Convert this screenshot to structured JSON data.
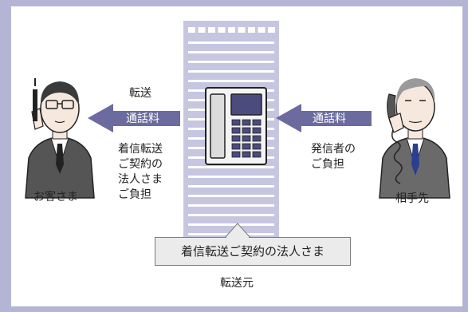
{
  "labels": {
    "transfer": "転送",
    "call_fee_left": "通話料",
    "call_fee_right": "通話料",
    "contract_payer": [
      "着信転送",
      "ご契約の",
      "法人さま",
      "ご負担"
    ],
    "caller_payer": [
      "発信者の",
      "ご負担"
    ],
    "customer": "お客さま",
    "other_party": "相手先",
    "callout": "着信転送ご契約の法人さま",
    "source": "転送元"
  },
  "colors": {
    "background": "#b4b5d4",
    "panel": "#ffffff",
    "building": "#c6c6e0",
    "arrow": "#6b6b9f",
    "callout_fill": "#ebebeb",
    "suit": "#555555",
    "tie_left": "#222222",
    "tie_right": "#2c3e8f"
  },
  "icons": {
    "building": "office-building-icon",
    "phone": "desk-phone-icon",
    "customer": "man-with-mobile-phone",
    "other_party": "man-with-landline-phone"
  }
}
